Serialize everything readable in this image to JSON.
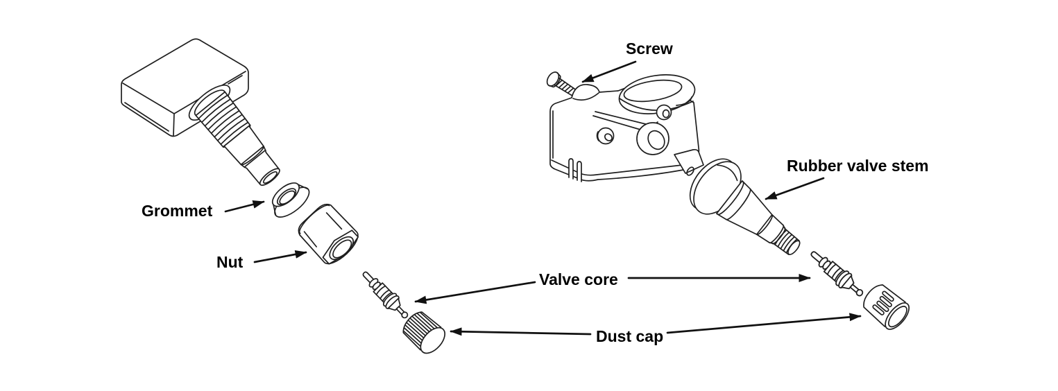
{
  "diagram": {
    "background_color": "#ffffff",
    "line_color": "#1f1f1f",
    "arrow_color": "#111111",
    "text_color": "#000000",
    "labels": {
      "screw": "Screw",
      "grommet": "Grommet",
      "nut": "Nut",
      "valve_core": "Valve core",
      "dust_cap": "Dust cap",
      "rubber_valve_stem": "Rubber valve stem"
    }
  }
}
